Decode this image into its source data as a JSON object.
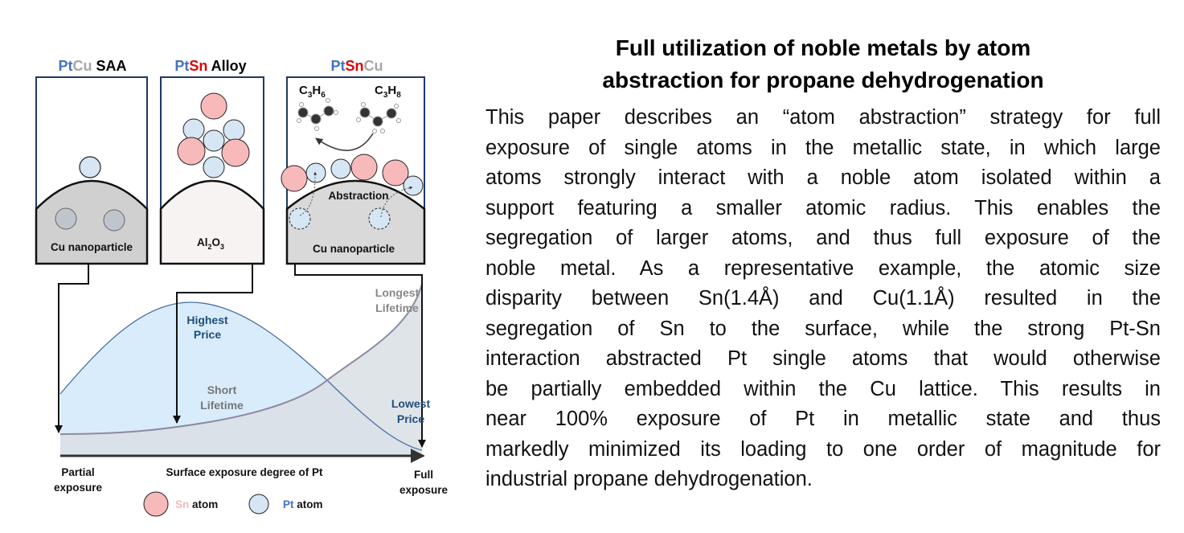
{
  "diagram": {
    "panels": [
      {
        "title_parts": [
          "Pt",
          "Cu",
          " SAA"
        ],
        "support": "Cu nanoparticle"
      },
      {
        "title_parts": [
          "Pt",
          "Sn",
          " Alloy"
        ],
        "support_parts": [
          "Al",
          "2",
          "O",
          "3"
        ]
      },
      {
        "title_parts": [
          "Pt",
          "Sn",
          "Cu"
        ],
        "support": "Cu nanoparticle",
        "process": "Abstraction",
        "molecule_left": [
          "C",
          "3",
          "H",
          "6"
        ],
        "molecule_right": [
          "C",
          "3",
          "H",
          "8"
        ]
      }
    ],
    "labels": {
      "highest_price": [
        "Highest",
        "Price"
      ],
      "short_lifetime": [
        "Short",
        "Lifetime"
      ],
      "longest_lifetime": [
        "Longest",
        "Lifetime"
      ],
      "lowest_price": [
        "Lowest",
        "Price"
      ]
    },
    "axis": {
      "left": [
        "Partial",
        "exposure"
      ],
      "title": "Surface exposure degree of Pt",
      "right": [
        "Full",
        "exposure"
      ]
    },
    "legend": [
      {
        "sym": "Sn",
        "text": " atom"
      },
      {
        "sym": "Pt",
        "text": " atom"
      }
    ],
    "colors": {
      "pt": "#4472c4",
      "cu": "#a6a6a6",
      "sn": "#e00000",
      "sn_atom": "#f8b9bb",
      "pt_atom": "#d6e6f4",
      "price_fill": "#d9ecfb",
      "lifetime_fill": "#d9dfe5",
      "support": "#d9d9d9",
      "frame": "#1f3864"
    }
  },
  "title": [
    "Full utilization of noble metals by atom",
    "abstraction for propane dehydrogenation"
  ],
  "body_lines": [
    "This paper describes an “atom abstraction” strategy for full",
    "exposure of single atoms in the metallic state, in which large",
    "atoms strongly interact with a noble atom isolated within a",
    "support featuring a smaller atomic radius. This enables the",
    "segregation of larger atoms, and thus full exposure of the",
    "noble metal. As a representative example, the atomic size",
    "disparity between Sn(1.4Å) and Cu(1.1Å) resulted in the",
    "segregation of Sn to the surface, while the strong Pt-Sn",
    "interaction abstracted Pt single atoms that would otherwise",
    "be partially embedded within the Cu lattice. This results in",
    "near 100% exposure of Pt in metallic state and thus",
    "markedly minimized its loading to one order of magnitude for",
    "industrial propane dehydrogenation."
  ]
}
